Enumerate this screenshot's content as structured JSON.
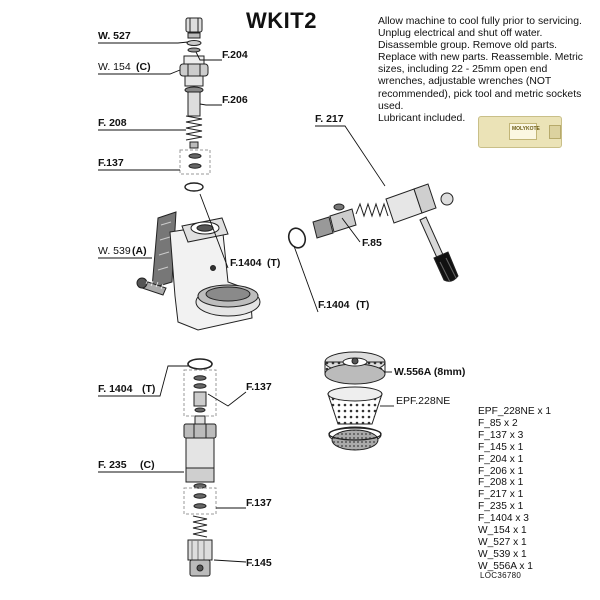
{
  "title": "WKIT2",
  "instructions": [
    "Allow machine to cool fully prior to servicing. Unplug electrical and shut off water. Disassemble group. Remove old parts. Replace with new parts. Reassemble. Metric sizes, including 22 - 25mm open end wrenches, adjustable wrenches (NOT recommended), pick tool and metric sockets used.",
    "Lubricant included."
  ],
  "lubricant_label": "MOLYKOTE",
  "callouts": {
    "w527": "W. 527",
    "f204": "F.204",
    "w154": "W. 154",
    "w154_mark": "(C)",
    "f206": "F.206",
    "f208": "F. 208",
    "f137_top": "F.137",
    "w539": "W. 539",
    "w539_mark": "(A)",
    "f1404_top": "F.1404",
    "f1404_top_mark": "(T)",
    "f217": "F. 217",
    "f85": "F.85",
    "f1404_right": "F.1404",
    "f1404_right_mark": "(T)",
    "w556a": "W.556A (8mm)",
    "epf228ne": "EPF.228NE",
    "f1404_bottom": "F. 1404",
    "f1404_bottom_mark": "(T)",
    "f137_mid": "F.137",
    "f235": "F. 235",
    "f235_mark": "(C)",
    "f137_low": "F.137",
    "f145": "F.145"
  },
  "parts_list": [
    "EPF_228NE x 1",
    "F_85 x 2",
    "F_137 x 3",
    "F_145 x 1",
    "F_204 x 1",
    "F_206 x 1",
    "F_208 x 1",
    "F_217 x 1",
    "F_235 x 1",
    "F_1404 x 3",
    "W_154 x 1",
    "W_527 x 1",
    "W_539 x 1",
    "W_556A x 1"
  ],
  "doc_code": "LOC36780"
}
